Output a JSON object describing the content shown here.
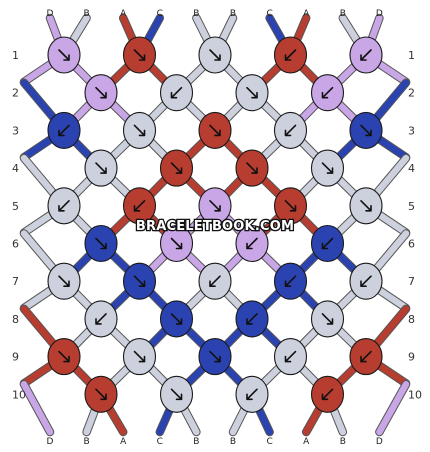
{
  "site": {
    "watermark": "BRACELETBOOK.COM"
  },
  "colors": {
    "D": "#c9a6e6",
    "B": "#cdd1dd",
    "A": "#b63d2f",
    "C": "#2b43b0"
  },
  "strands": {
    "top": [
      "D",
      "B",
      "A",
      "C",
      "B",
      "B",
      "C",
      "A",
      "B",
      "D"
    ],
    "bottom": [
      "D",
      "B",
      "A",
      "C",
      "B",
      "B",
      "C",
      "A",
      "B",
      "D"
    ]
  },
  "rows": {
    "left": [
      "1",
      "2",
      "3",
      "4",
      "5",
      "6",
      "7",
      "8",
      "9",
      "10"
    ],
    "right": [
      "1",
      "2",
      "3",
      "4",
      "5",
      "6",
      "7",
      "8",
      "9",
      "10"
    ]
  },
  "knots": [
    [
      "D",
      "A",
      "B",
      "A",
      "D"
    ],
    [
      "D",
      "B",
      "B",
      "D"
    ],
    [
      "C",
      "B",
      "A",
      "B",
      "C"
    ],
    [
      "B",
      "A",
      "A",
      "B"
    ],
    [
      "B",
      "A",
      "D",
      "A",
      "B"
    ],
    [
      "C",
      "D",
      "D",
      "C"
    ],
    [
      "B",
      "C",
      "B",
      "C",
      "B"
    ],
    [
      "B",
      "C",
      "C",
      "B"
    ],
    [
      "A",
      "B",
      "C",
      "B",
      "A"
    ],
    [
      "A",
      "B",
      "B",
      "A"
    ]
  ],
  "arrows": [
    [
      "se",
      "se",
      "se",
      "sw",
      "sw"
    ],
    [
      "se",
      "sw",
      "se",
      "sw"
    ],
    [
      "sw",
      "se",
      "se",
      "sw",
      "se"
    ],
    [
      "se",
      "se",
      "se",
      "se"
    ],
    [
      "sw",
      "sw",
      "se",
      "se",
      "se"
    ],
    [
      "se",
      "se",
      "sw",
      "sw"
    ],
    [
      "se",
      "se",
      "sw",
      "sw",
      "sw"
    ],
    [
      "sw",
      "se",
      "sw",
      "se"
    ],
    [
      "se",
      "se",
      "se",
      "sw",
      "sw"
    ],
    [
      "se",
      "se",
      "sw",
      "sw"
    ]
  ]
}
